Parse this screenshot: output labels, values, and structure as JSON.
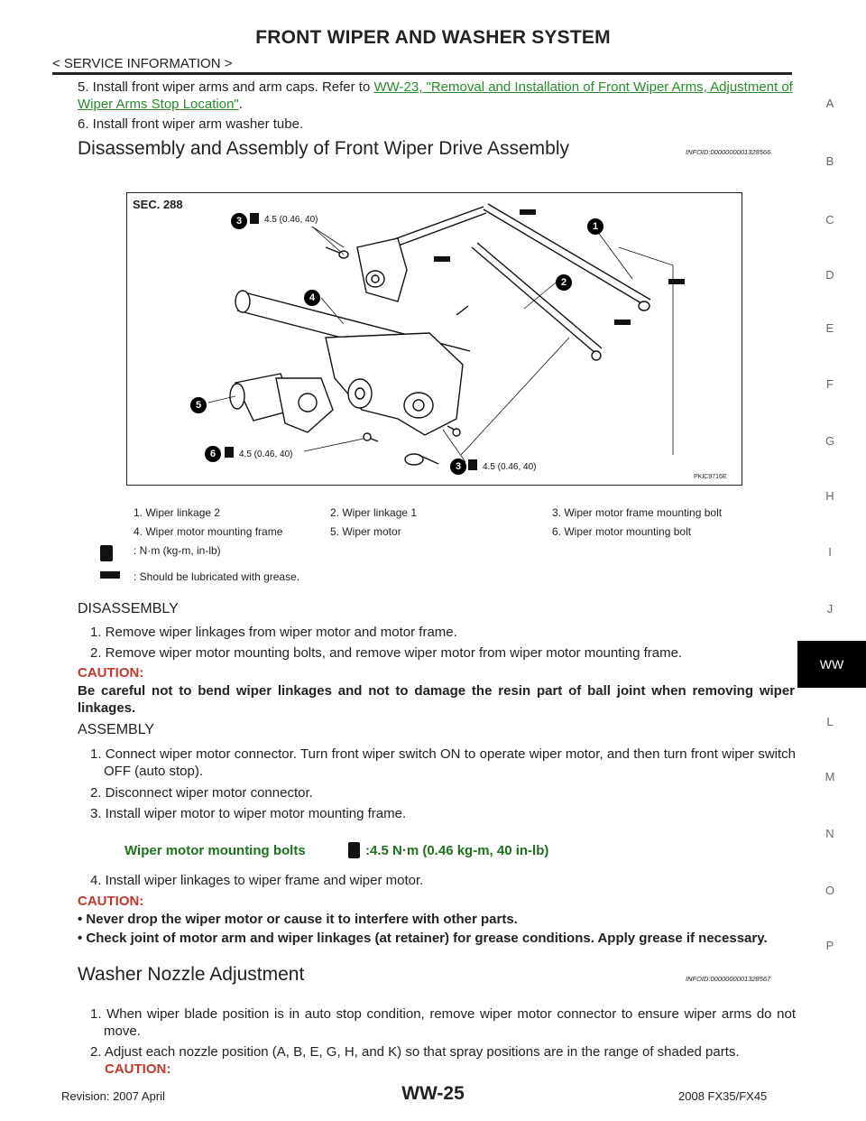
{
  "header": {
    "title": "FRONT WIPER AND WASHER SYSTEM",
    "breadcrumb": "< SERVICE INFORMATION >"
  },
  "steps_top": {
    "s5_prefix": "5.  Install front wiper arms and arm caps. Refer to ",
    "s5_link": "WW-23, \"Removal and Installation of Front Wiper Arms, Adjustment of Wiper Arms Stop Location\"",
    "s5_suffix": ".",
    "s6": "6.  Install front wiper arm washer tube."
  },
  "section1": {
    "title": "Disassembly and Assembly of Front Wiper Drive Assembly",
    "infoid": "INFOID:0000000001328566"
  },
  "figure": {
    "sec": "SEC. 288",
    "torque_label": "4.5 (0.46, 40)",
    "code": "PKIC9716E",
    "callouts": [
      "1",
      "2",
      "3",
      "4",
      "5",
      "6",
      "3"
    ]
  },
  "legend": {
    "items": [
      "1.   Wiper linkage 2",
      "2.   Wiper linkage 1",
      "3.   Wiper motor frame mounting bolt",
      "4.   Wiper motor mounting frame",
      "5.   Wiper motor",
      "6.   Wiper motor mounting bolt"
    ],
    "torque_note": ": N·m (kg-m, in-lb)",
    "grease_note": ": Should be lubricated with grease."
  },
  "disassembly": {
    "title": "DISASSEMBLY",
    "steps": [
      "1.  Remove wiper linkages from wiper motor and motor frame.",
      "2.  Remove wiper motor mounting bolts, and remove wiper motor from wiper motor mounting frame."
    ],
    "caution_label": "CAUTION:",
    "caution_text": "Be careful not to bend wiper linkages and not to damage the resin part of ball joint when removing wiper linkages."
  },
  "assembly": {
    "title": "ASSEMBLY",
    "steps": [
      "1.  Connect wiper motor connector. Turn front wiper switch ON to operate wiper motor, and then turn front wiper switch OFF (auto stop).",
      "2.  Disconnect wiper motor connector.",
      "3.  Install wiper motor to wiper motor mounting frame.",
      "4.  Install wiper linkages to wiper frame and wiper motor."
    ],
    "spec_label": "Wiper motor mounting bolts",
    "spec_value": ":4.5 N·m (0.46 kg-m, 40 in-lb)",
    "caution_label": "CAUTION:",
    "caution_items": [
      "•  Never drop the wiper motor or cause it to interfere with other parts.",
      "•  Check joint of motor arm and wiper linkages (at retainer) for grease conditions. Apply grease if necessary."
    ]
  },
  "section2": {
    "title": "Washer Nozzle Adjustment",
    "infoid": "INFOID:0000000001328567",
    "steps": [
      "1.  When wiper blade position is in auto stop condition, remove wiper motor connector to ensure wiper arms do not move.",
      "2.  Adjust each nozzle position (A, B, E, G, H, and K) so that spray positions are in the range of shaded parts."
    ],
    "caution_label": "CAUTION:"
  },
  "side_tabs": [
    "A",
    "B",
    "C",
    "D",
    "E",
    "F",
    "G",
    "H",
    "I",
    "J",
    "WW",
    "L",
    "M",
    "N",
    "O",
    "P"
  ],
  "footer": {
    "page_number": "WW-25",
    "revision": "Revision: 2007 April",
    "model": "2008 FX35/FX45"
  }
}
